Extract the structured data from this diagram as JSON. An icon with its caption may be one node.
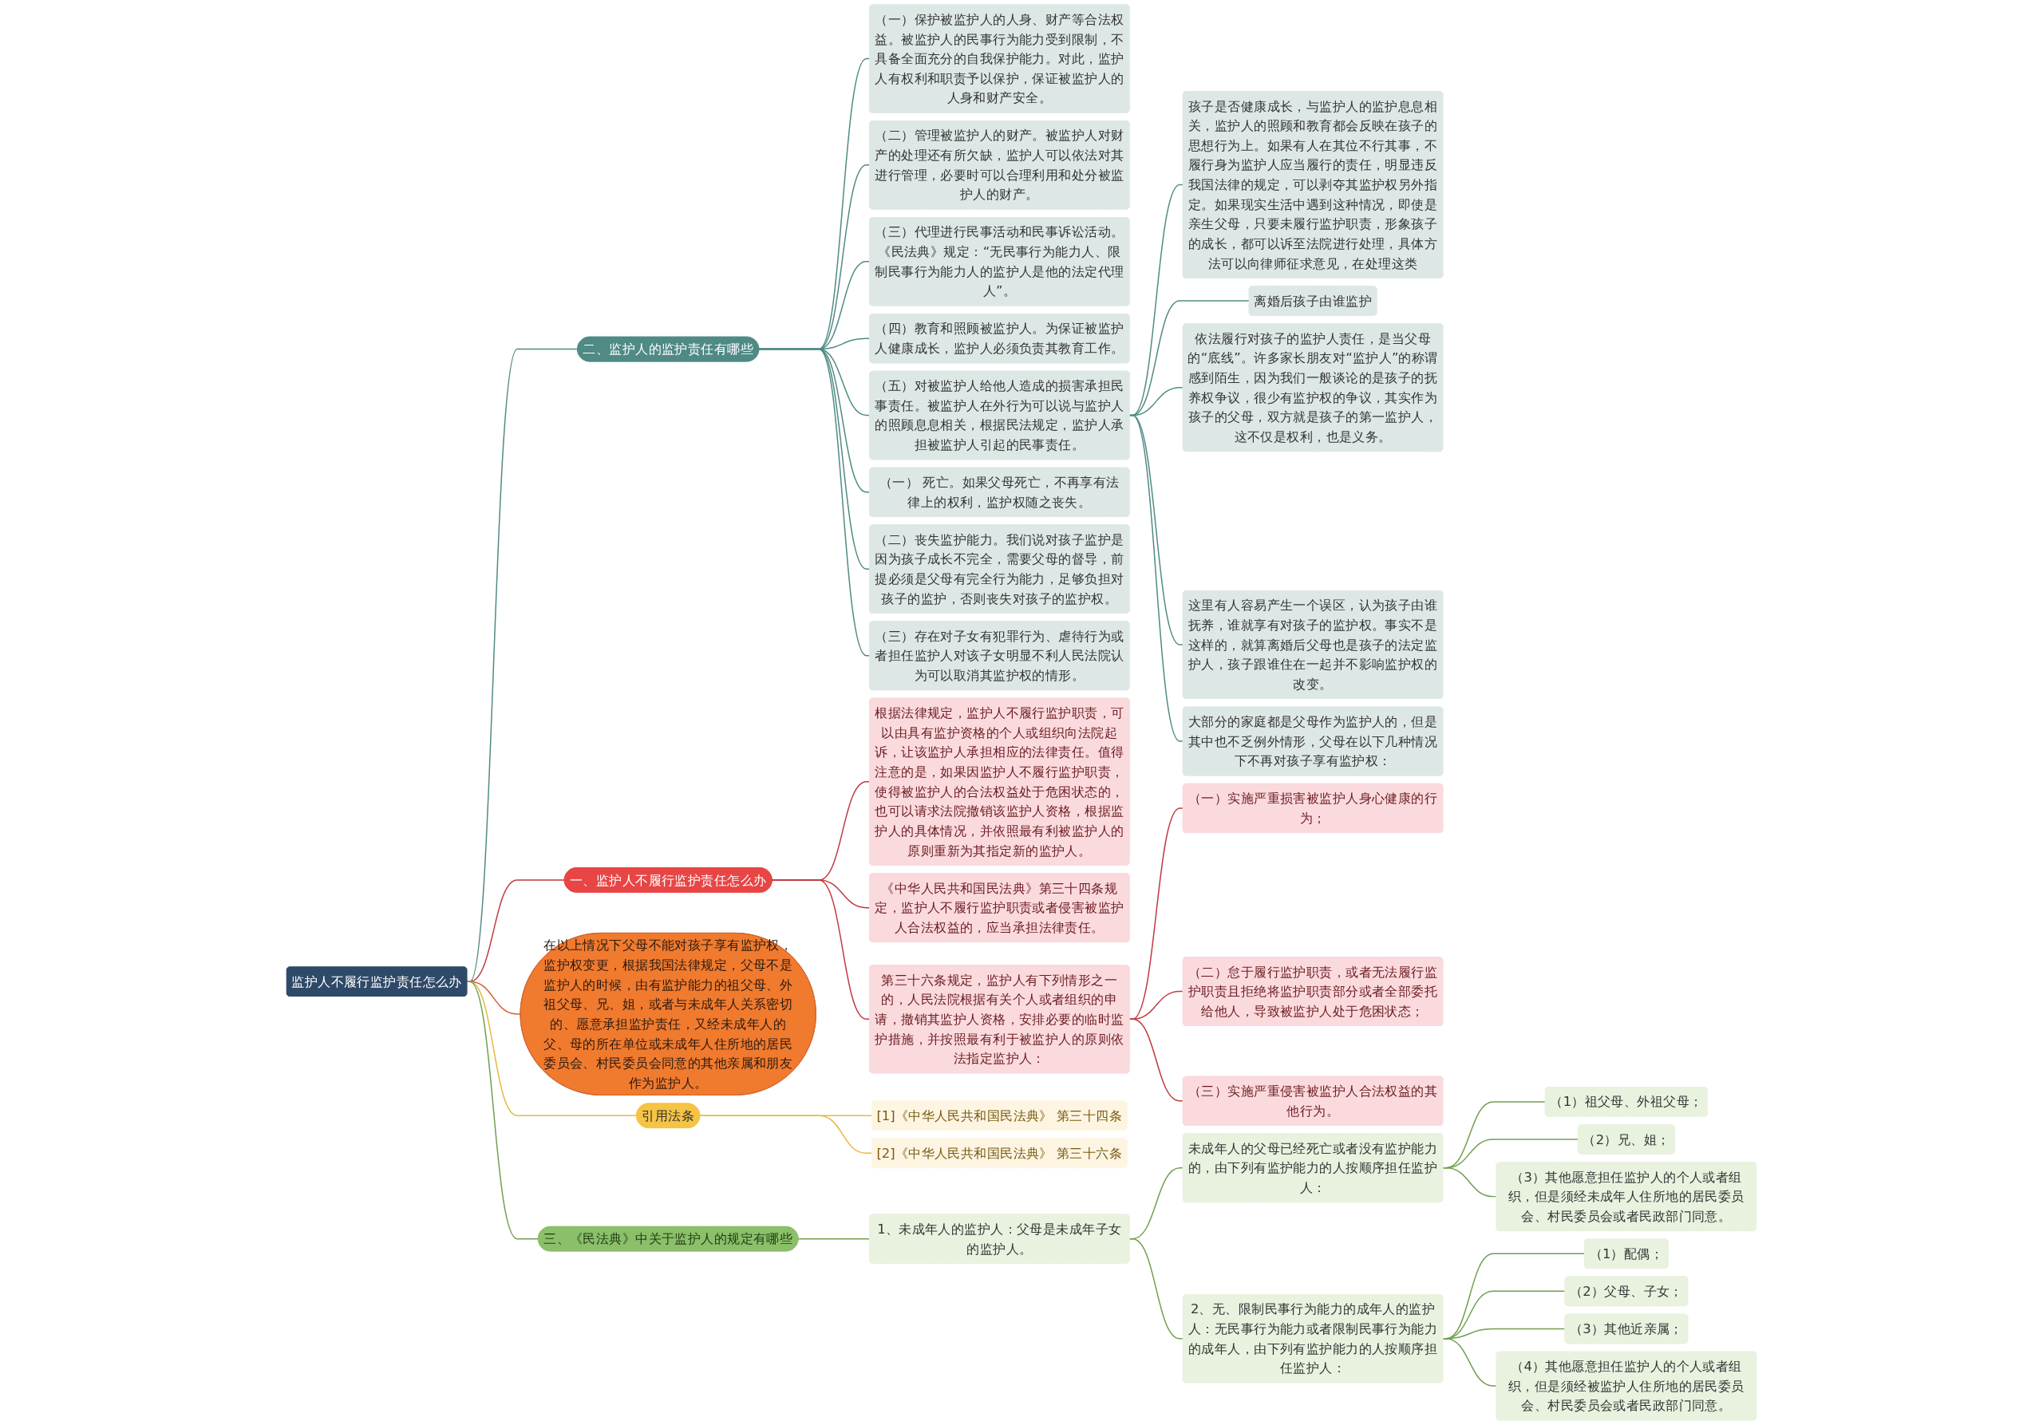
{
  "diagram": {
    "nodes": [
      {
        "text": [
          "监护人不履行监护责任怎么办"
        ]
      },
      {
        "text": [
          "二、监护人的监护责任有哪些"
        ]
      },
      {
        "text": [
          "（一）保护被监护人的人身、财产等合法权益。被监护人的民事行为能力受到限制，不具备全面充分的自我保护能力。对此，监护人有权利和职责予以保护，保证被监护人的人身和财产安全。"
        ]
      },
      {
        "text": [
          "（二）管理被监护人的财产。被监护人对财产的处理还有所欠缺，监护人可以依法对其进行管理，必要时可以合理利用和处分被监护人的财产。"
        ]
      },
      {
        "text": [
          "（三）代理进行民事活动和民事诉讼活动。《民法典》规定：“无民事行为能力人、限制民事行为能力人的监护人是他的法定代理人”。"
        ]
      },
      {
        "text": [
          "（四）教育和照顾被监护人。为保证被监护人健康成长，监护人必须负责其教育工作。"
        ]
      },
      {
        "text": [
          "（五）对被监护人给他人造成的损害承担民事责任。被监护人在外行为可以说与监护人的照顾息息相关，根据民法规定，监护人承担被监护人引起的民事责任。"
        ]
      },
      {
        "text": [
          "孩子是否健康成长，与监护人的监护息息相关，监护人的照顾和教育都会反映在孩子的思想行为上。如果有人在其位不行其事，不履行身为监护人应当履行的责任，明显违反我国法律的规定，可以剥夺其监护权另外指定。如果现实生活中遇到这种情况，即使是亲生父母，只要未履行监护职责，形象孩子的成长，都可以诉至法院进行处理，具体方法可以向律师征求意见，在处理这类"
        ]
      },
      {
        "text": [
          "离婚后孩子由谁监护"
        ]
      },
      {
        "text": [
          "依法履行对孩子的监护人责任，是当父母的“底线”。许多家长朋友对“监护人”的称谓感到陌生，因为我们一般谈论的是孩子的抚养权争议，很少有监护权的争议，其实作为孩子的父母，双方就是孩子的第一监护人，这不仅是权利，也是义务。"
        ]
      },
      {
        "text": [
          "这里有人容易产生一个误区，认为孩子由谁抚养，谁就享有对孩子的监护权。事实不是这样的，就算离婚后父母也是孩子的法定监护人，孩子跟谁住在一起并不影响监护权的改变。"
        ]
      },
      {
        "text": [
          "大部分的家庭都是父母作为监护人的，但是其中也不乏例外情形，父母在以下几种情况下不再对孩子享有监护权："
        ]
      },
      {
        "text": [
          "（一） 死亡。如果父母死亡，不再享有法律上的权利，监护权随之丧失。"
        ]
      },
      {
        "text": [
          "（二）丧失监护能力。我们说对孩子监护是因为孩子成长不完全，需要父母的督导，前提必须是父母有完全行为能力，足够负担对孩子的监护，否则丧失对孩子的监护权。"
        ]
      },
      {
        "text": [
          "（三）存在对子女有犯罪行为、虐待行为或者担任监护人对该子女明显不利人民法院认为可以取消其监护权的情形。"
        ]
      },
      {
        "text": [
          "一、监护人不履行监护责任怎么办"
        ]
      },
      {
        "text": [
          "根据法律规定，监护人不履行监护职责，可以由具有监护资格的个人或组织向法院起诉，让该监护人承担相应的法律责任。值得注意的是，如果因监护人不履行监护职责，使得被监护人的合法权益处于危困状态的，也可以请求法院撤销该监护人资格，根据监护人的具体情况，并依照最有利被监护人的原则重新为其指定新的监护人。"
        ]
      },
      {
        "text": [
          "《中华人民共和国民法典》第三十四条规定，监护人不履行监护职责或者侵害被监护人合法权益的，应当承担法律责任。"
        ]
      },
      {
        "text": [
          "第三十六条规定，监护人有下列情形之一的，人民法院根据有关个人或者组织的申请，撤销其监护人资格，安排必要的临时监护措施，并按照最有利于被监护人的原则依法指定监护人："
        ]
      },
      {
        "text": [
          "（一）实施严重损害被监护人身心健康的行为；"
        ]
      },
      {
        "text": [
          "（二）怠于履行监护职责，或者无法履行监护职责且拒绝将监护职责部分或者全部委托给他人，导致被监护人处于危困状态；"
        ]
      },
      {
        "text": [
          "（三）实施严重侵害被监护人合法权益的其他行为。"
        ]
      },
      {
        "text": [
          "在以上情况下父母不能对孩子享有监护权，监护权变更，根据我国法律规定，父母不是监护人的时候，由有监护能力的祖父母、外祖父母、兄、姐，或者与未成年人关系密切的、愿意承担监护责任，又经未成年人的父、母的所在单位或未成年人住所地的居民委员会、村民委员会同意的其他亲属和朋友作为监护人。"
        ]
      },
      {
        "text": [
          "引用法条"
        ]
      },
      {
        "text": [
          "[1]《中华人民共和国民法典》 第三十四条"
        ]
      },
      {
        "text": [
          "[2]《中华人民共和国民法典》 第三十六条"
        ]
      },
      {
        "text": [
          "三、《民法典》中关于监护人的规定有哪些"
        ]
      },
      {
        "text": [
          "1、未成年人的监护人：父母是未成年子女的监护人。"
        ]
      },
      {
        "text": [
          "未成年人的父母已经死亡或者没有监护能力的，由下列有监护能力的人按顺序担任监护人："
        ]
      },
      {
        "text": [
          "（1）祖父母、外祖父母；"
        ]
      },
      {
        "text": [
          "（2）兄、姐；"
        ]
      },
      {
        "text": [
          "（3）其他愿意担任监护人的个人或者组织，但是须经未成年人住所地的居民委员会、村民委员会或者民政部门同意。"
        ]
      },
      {
        "text": [
          "2、无、限制民事行为能力的成年人的监护人：无民事行为能力或者限制民事行为能力的成年人，由下列有监护能力的人按顺序担任监护人："
        ]
      },
      {
        "text": [
          "（1）配偶；"
        ]
      },
      {
        "text": [
          "（2）父母、子女；"
        ]
      },
      {
        "text": [
          "（3）其他近亲属；"
        ]
      },
      {
        "text": [
          "（4）其他愿意担任监护人的个人或者组织，但是须经被监护人住所地的居民委员会、村民委员会或者民政部门同意。"
        ]
      }
    ],
    "edges": [
      {
        "from": 0,
        "to": 1,
        "arrow": "none"
      },
      {
        "from": 1,
        "to": 2,
        "arrow": "none"
      },
      {
        "from": 1,
        "to": 3,
        "arrow": "none"
      },
      {
        "from": 1,
        "to": 4,
        "arrow": "none"
      },
      {
        "from": 1,
        "to": 5,
        "arrow": "none"
      },
      {
        "from": 1,
        "to": 6,
        "arrow": "none"
      },
      {
        "from": 6,
        "to": 7,
        "arrow": "none"
      },
      {
        "from": 6,
        "to": 8,
        "arrow": "none"
      },
      {
        "from": 6,
        "to": 9,
        "arrow": "none"
      },
      {
        "from": 6,
        "to": 10,
        "arrow": "none"
      },
      {
        "from": 6,
        "to": 11,
        "arrow": "none"
      },
      {
        "from": 1,
        "to": 12,
        "arrow": "none"
      },
      {
        "from": 1,
        "to": 13,
        "arrow": "none"
      },
      {
        "from": 1,
        "to": 14,
        "arrow": "none"
      },
      {
        "from": 0,
        "to": 15,
        "arrow": "none",
        "color": "#c0393f"
      },
      {
        "from": 15,
        "to": 16,
        "arrow": "none",
        "color": "#c0393f"
      },
      {
        "from": 15,
        "to": 17,
        "arrow": "none",
        "color": "#c0393f"
      },
      {
        "from": 15,
        "to": 18,
        "arrow": "none",
        "color": "#c0393f"
      },
      {
        "from": 18,
        "to": 19,
        "arrow": "none",
        "color": "#c0393f"
      },
      {
        "from": 18,
        "to": 20,
        "arrow": "none",
        "color": "#c0393f"
      },
      {
        "from": 18,
        "to": 21,
        "arrow": "none",
        "color": "#c0393f"
      },
      {
        "from": 0,
        "to": 22,
        "arrow": "none",
        "color": "#d0602a"
      },
      {
        "from": 0,
        "to": 23,
        "arrow": "none",
        "color": "#e8b840"
      },
      {
        "from": 23,
        "to": 24,
        "arrow": "none",
        "color": "#e8b840"
      },
      {
        "from": 23,
        "to": 25,
        "arrow": "none",
        "color": "#e8b840"
      },
      {
        "from": 0,
        "to": 26,
        "arrow": "none",
        "color": "#6f9f4f"
      },
      {
        "from": 26,
        "to": 27,
        "arrow": "none",
        "color": "#6f9f4f"
      },
      {
        "from": 27,
        "to": 28,
        "arrow": "none",
        "color": "#6f9f4f"
      },
      {
        "from": 28,
        "to": 29,
        "arrow": "none",
        "color": "#6f9f4f"
      },
      {
        "from": 28,
        "to": 30,
        "arrow": "none",
        "color": "#6f9f4f"
      },
      {
        "from": 28,
        "to": 31,
        "arrow": "none",
        "color": "#6f9f4f"
      },
      {
        "from": 27,
        "to": 32,
        "arrow": "none",
        "color": "#6f9f4f"
      },
      {
        "from": 32,
        "to": 33,
        "arrow": "none",
        "color": "#6f9f4f"
      },
      {
        "from": 32,
        "to": 34,
        "arrow": "none",
        "color": "#6f9f4f"
      },
      {
        "from": 32,
        "to": 35,
        "arrow": "none",
        "color": "#6f9f4f"
      },
      {
        "from": 32,
        "to": 36,
        "arrow": "none",
        "color": "#6f9f4f"
      }
    ]
  }
}
